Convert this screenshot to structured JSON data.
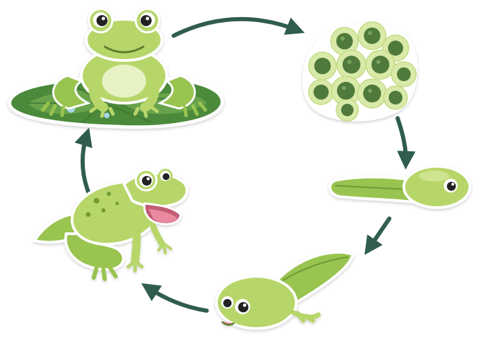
{
  "diagram": {
    "type": "cycle",
    "stages": [
      {
        "id": "adult-frog",
        "icon": "frog-on-lily-pad-icon"
      },
      {
        "id": "frog-spawn",
        "icon": "egg-cluster-icon"
      },
      {
        "id": "tadpole",
        "icon": "tadpole-icon"
      },
      {
        "id": "tadpole-with-legs",
        "icon": "tadpole-with-legs-icon"
      },
      {
        "id": "froglet",
        "icon": "froglet-icon"
      }
    ],
    "direction": "clockwise"
  },
  "colors": {
    "arrow": "#2f5d50",
    "frog_light": "#b7d66b",
    "frog_mid": "#98c44f",
    "frog_dark": "#6f9a35",
    "egg_jelly": "#d9eaa8",
    "egg_core": "#4f7a3a",
    "lily_pad": "#4c8a3a",
    "lily_pad_light": "#67a34c",
    "tongue": "#e98aa0",
    "outline": "#ffffff"
  }
}
